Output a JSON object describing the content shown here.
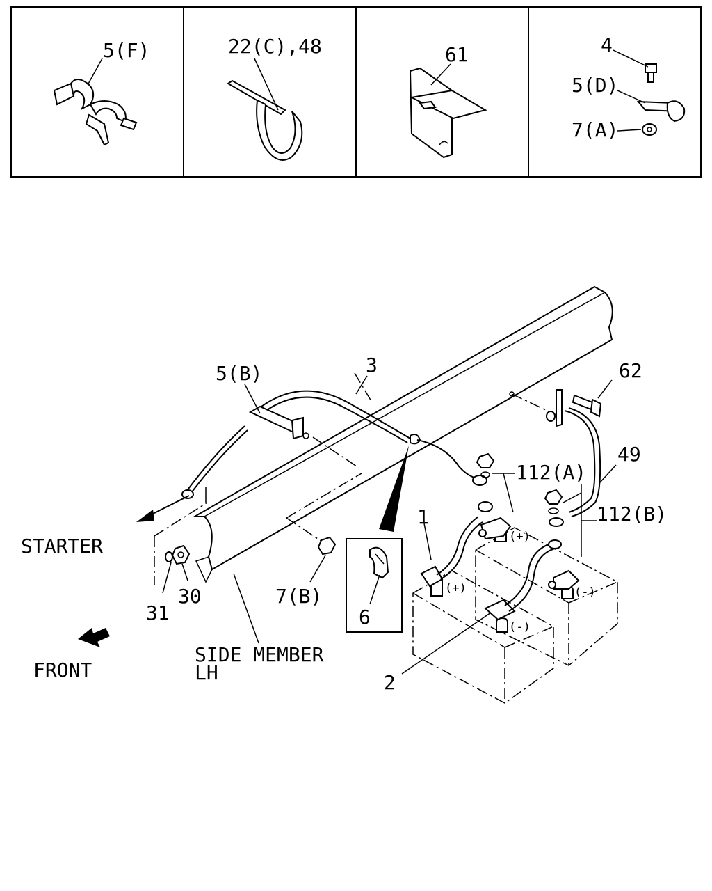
{
  "panels": [
    {
      "label": "5(F)"
    },
    {
      "label": "22(C),48"
    },
    {
      "label": "61"
    },
    {
      "labels": [
        "4",
        "5(D)",
        "7(A)"
      ]
    }
  ],
  "callouts": {
    "side_clip": "5(B)",
    "cable_3": "3",
    "bolt_62": "62",
    "cable_49": "49",
    "nut_112a": "112(A)",
    "nut_112b": "112(B)",
    "cable_1": "1",
    "cable_2": "2",
    "nut_7b": "7(B)",
    "inset_6": "6",
    "washer_31": "31",
    "nut_30": "30"
  },
  "labels": {
    "starter": "STARTER",
    "front": "FRONT",
    "side_member_1": "SIDE MEMBER",
    "side_member_2": "LH"
  },
  "battery_marks": {
    "pos": "(+)",
    "neg": "(-)"
  }
}
